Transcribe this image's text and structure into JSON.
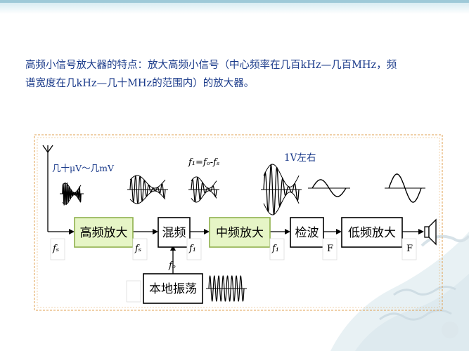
{
  "intro": {
    "line1": "高频小信号放大器的特点：放大高频小信号（中心频率在几百kHz—几百MHz，频",
    "line2": "谱宽度在几kHz—几十MHz的范围内）的放大器。"
  },
  "diagram": {
    "blocks": {
      "rf_amp": "高频放大",
      "mixer": "混频",
      "if_amp": "中频放大",
      "detector": "检波",
      "af_amp": "低频放大",
      "local_osc": "本地振荡"
    },
    "annotations": {
      "input_level": "几十μV～几mV",
      "if_formula": "f₁=fₒ-fₛ",
      "if_level": "1V左右"
    },
    "signal_labels": {
      "fs_input": "fₛ",
      "fs_after_rf": "fₛ",
      "f1_after_mixer": "f₁",
      "f1_after_if": "f₁",
      "F_after_det": "F",
      "F_after_af": "F",
      "fo_local": "fₒ"
    },
    "colors": {
      "highlight_block": "#e6f5c6",
      "highlight_border": "#8fb04d",
      "dashed_frame": "#e0a050",
      "annotation_blue": "#1a3a8a"
    }
  }
}
